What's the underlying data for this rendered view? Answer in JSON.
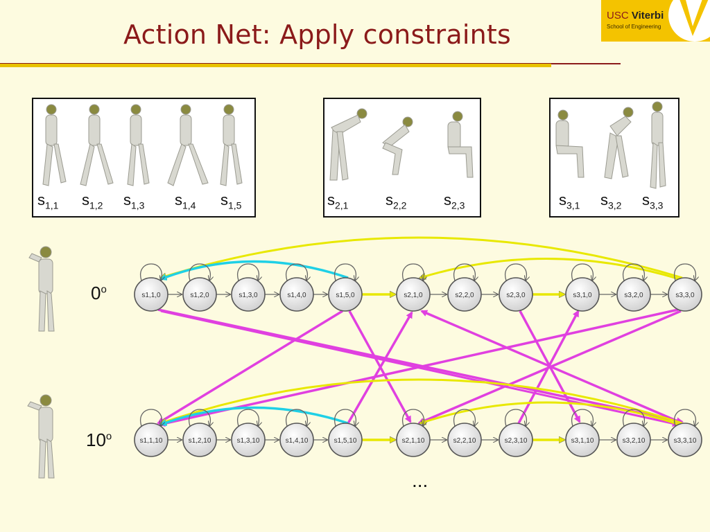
{
  "slide": {
    "title": "Action Net: Apply constraints",
    "logo": {
      "brand": "USC",
      "brand_bold": "Viterbi",
      "subtitle": "School of Engineering"
    },
    "ellipsis": "..."
  },
  "panels": [
    {
      "labels": [
        "s1,1",
        "s1,2",
        "s1,3",
        "s1,4",
        "s1,5"
      ]
    },
    {
      "labels": [
        "s2,1",
        "s2,2",
        "s2,3"
      ]
    },
    {
      "labels": [
        "s3,1",
        "s3,2",
        "s3,3"
      ]
    }
  ],
  "rows": [
    {
      "angle": "0",
      "angle_sup": "o",
      "nodes": [
        "s1,1,0",
        "s1,2,0",
        "s1,3,0",
        "s1,4,0",
        "s1,5,0",
        "s2,1,0",
        "s2,2,0",
        "s2,3,0",
        "s3,1,0",
        "s3,2,0",
        "s3,3,0"
      ]
    },
    {
      "angle": "10",
      "angle_sup": "o",
      "nodes": [
        "s1,1,10",
        "s1,2,10",
        "s1,3,10",
        "s1,4,10",
        "s1,5,10",
        "s2,1,10",
        "s2,2,10",
        "s2,3,10",
        "s3,1,10",
        "s3,2,10",
        "s3,3,10"
      ]
    }
  ],
  "colors": {
    "title": "#8b1a1a",
    "transition_between_actions": "#f0f000",
    "cyan_edge": "#1fd0e6",
    "magenta_edge": "#e040e0",
    "background": "#fdfbe0"
  }
}
